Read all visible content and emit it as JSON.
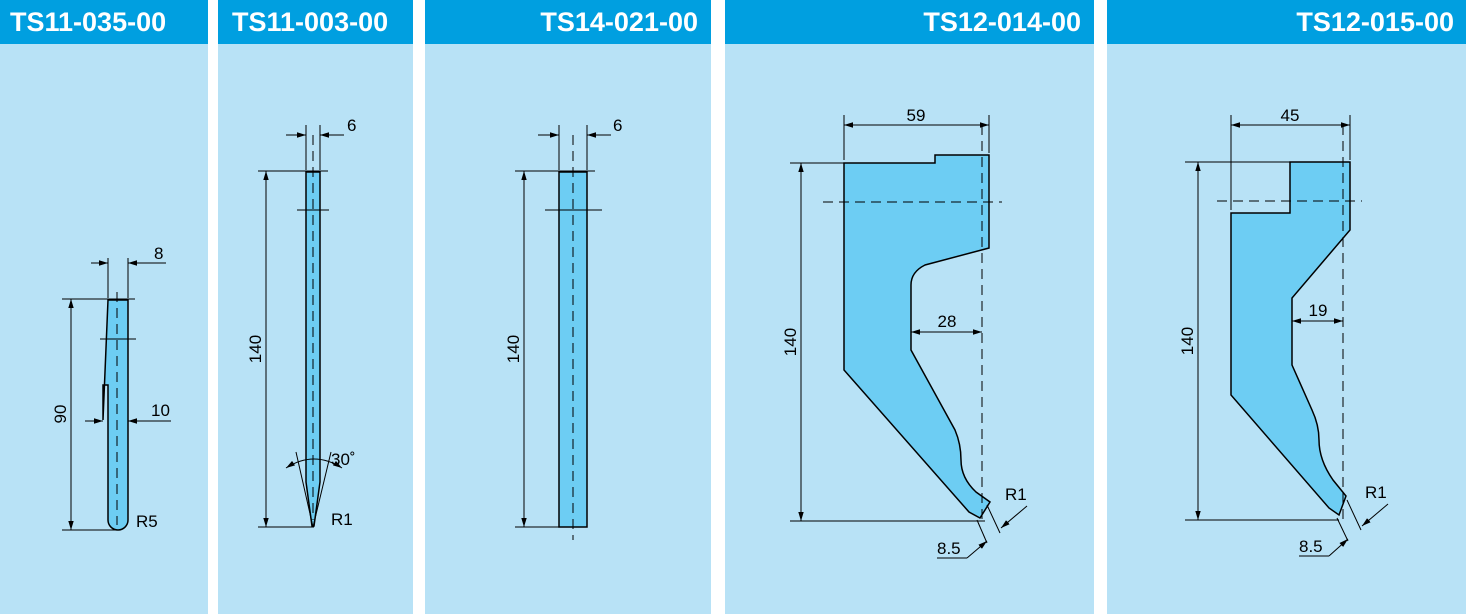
{
  "panels": [
    {
      "code": "TS11-035-00",
      "width": "8",
      "width_lower": "10",
      "height": "90",
      "tip_radius": "R5"
    },
    {
      "code": "TS11-003-00",
      "width": "6",
      "height": "140",
      "angle": "30˚",
      "tip_radius": "R1"
    },
    {
      "code": "TS14-021-00",
      "width": "6",
      "height": "140"
    },
    {
      "code": "TS12-014-00",
      "width": "59",
      "depth": "28",
      "height": "140",
      "tip_radius": "R1",
      "tip_offset": "8.5"
    },
    {
      "code": "TS12-015-00",
      "width": "45",
      "depth": "19",
      "height": "140",
      "tip_radius": "R1",
      "tip_offset": "8.5"
    }
  ],
  "colors": {
    "header": "#009fe0",
    "background": "#b8e2f6",
    "part": "#6dcdf3",
    "header_text": "#ffffff"
  }
}
